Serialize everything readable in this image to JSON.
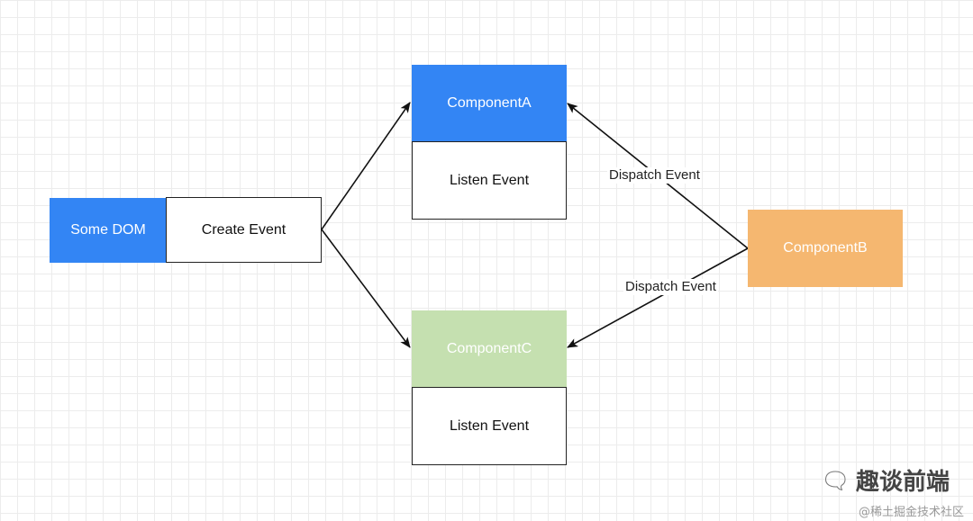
{
  "nodes": {
    "some_dom": {
      "label": "Some DOM",
      "color": "#3385f4"
    },
    "create_event": {
      "label": "Create Event"
    },
    "component_a": {
      "label": "ComponentA",
      "color": "#3385f4"
    },
    "listen_event_a": {
      "label": "Listen Event"
    },
    "component_b": {
      "label": "ComponentB",
      "color": "#f5b770"
    },
    "component_c": {
      "label": "ComponentC",
      "color": "#c5e0b0"
    },
    "listen_event_c": {
      "label": "Listen Event"
    }
  },
  "edges": [
    {
      "from": "create_event",
      "to": "component_a",
      "label": ""
    },
    {
      "from": "create_event",
      "to": "component_c",
      "label": ""
    },
    {
      "from": "component_b",
      "to": "component_a",
      "label": "Dispatch Event"
    },
    {
      "from": "component_b",
      "to": "component_c",
      "label": "Dispatch Event"
    }
  ],
  "edge_labels": {
    "dispatch_to_a": "Dispatch Event",
    "dispatch_to_c": "Dispatch Event"
  },
  "watermark": {
    "icon": "wechat-icon",
    "brand": "趣谈前端",
    "credit": "@稀土掘金技术社区"
  }
}
